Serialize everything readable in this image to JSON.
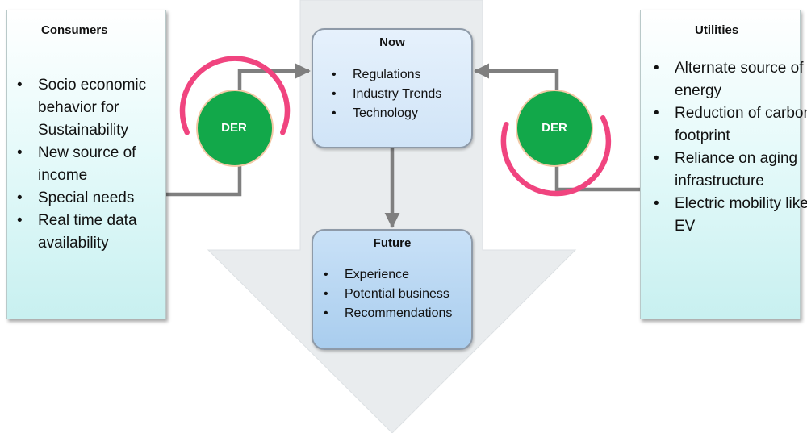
{
  "consumers": {
    "title": "Consumers",
    "items": [
      "Socio economic behavior for Sustainability",
      "New source of income",
      "Special needs",
      "Real time data availability"
    ]
  },
  "utilities": {
    "title": "Utilities",
    "items": [
      "Alternate source of energy",
      "Reduction of carbon footprint",
      "Reliance on aging infrastructure",
      "Electric mobility like EV"
    ]
  },
  "now": {
    "title": "Now",
    "items": [
      "Regulations",
      "Industry Trends",
      "Technology"
    ]
  },
  "future": {
    "title": "Future",
    "items": [
      "Experience",
      "Potential business",
      "Recommendations"
    ]
  },
  "der_left": {
    "label": "DER"
  },
  "der_right": {
    "label": "DER"
  },
  "colors": {
    "der_circle": "#12a84a",
    "der_arc": "#f0447f",
    "connector": "#7f7f7f",
    "big_arrow": "#e9ecee"
  }
}
